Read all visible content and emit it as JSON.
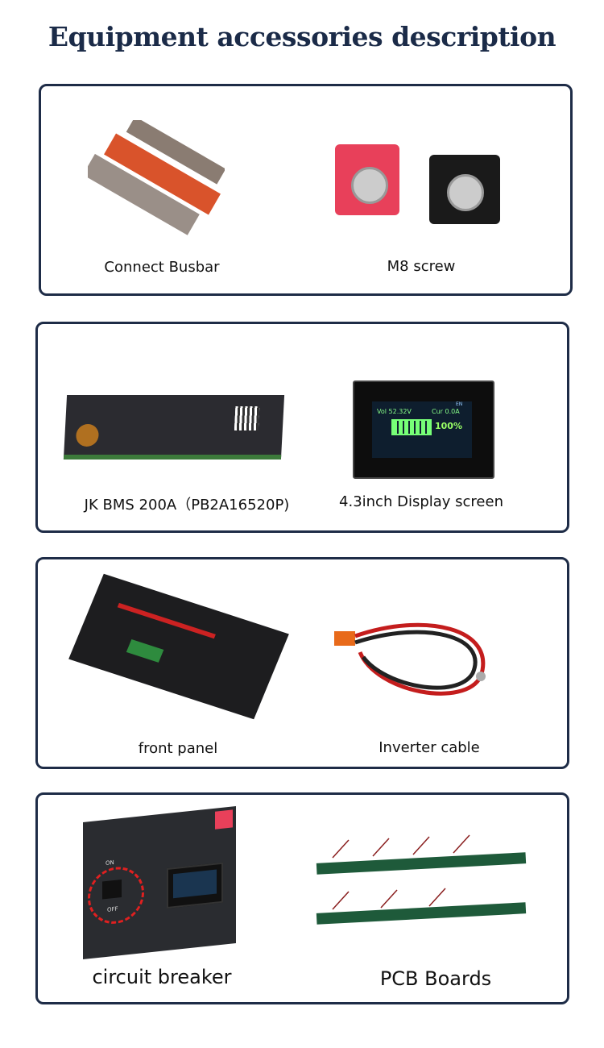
{
  "title": "Equipment accessories description",
  "cards": [
    {
      "items": [
        {
          "label": "Connect Busbar"
        },
        {
          "label": "M8 screw"
        }
      ]
    },
    {
      "items": [
        {
          "label": "JK BMS 200A（PB2A16520P)"
        },
        {
          "label": "4.3inch Display screen"
        }
      ]
    },
    {
      "items": [
        {
          "label": "front panel"
        },
        {
          "label": "Inverter cable"
        }
      ]
    },
    {
      "items": [
        {
          "label": "circuit breaker"
        },
        {
          "label": "PCB Boards"
        }
      ]
    }
  ],
  "display": {
    "voltage": "Vol 52.32V",
    "current": "Cur 0.0A",
    "soc": "100%",
    "lang": "EN"
  },
  "panel_labels": {
    "on": "ON",
    "off": "OFF"
  },
  "colors": {
    "navy": "#1b2b48",
    "busbar_orange": "#d9532b",
    "red_terminal": "#e8405a"
  }
}
